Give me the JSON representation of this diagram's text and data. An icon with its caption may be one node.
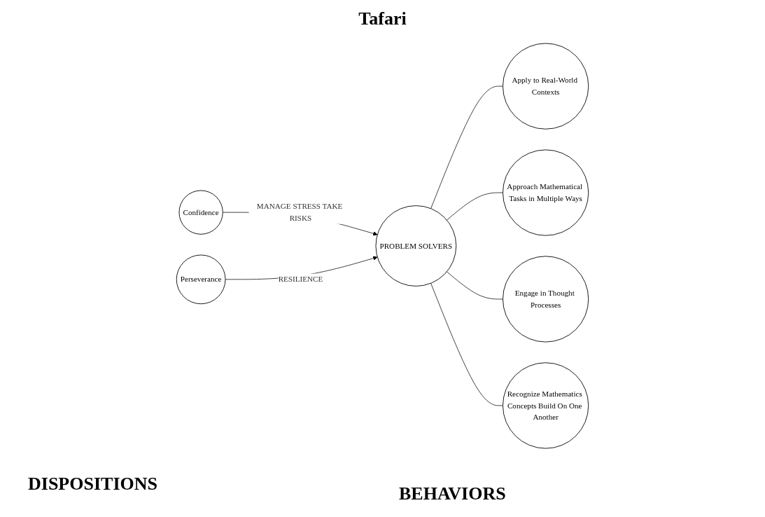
{
  "diagram": {
    "title": "Tafari",
    "nodes": [
      {
        "text": [
          "Confidence"
        ]
      },
      {
        "text": [
          "Perseverance"
        ]
      },
      {
        "text": [
          "Apply to Real-World Contexts"
        ]
      },
      {
        "text": [
          "Approach Mathematical Tasks in Multiple Ways"
        ]
      },
      {
        "text": [
          "PROBLEM SOLVERS"
        ]
      },
      {
        "text": [
          "Engage in Thought Processes"
        ]
      },
      {
        "text": [
          "Recognize Mathematics Concepts Build On One Another"
        ]
      }
    ],
    "edges": [
      {
        "from": 0,
        "to": 4,
        "arrow": "to",
        "label": "MANAGE STRESS TAKE RISKS"
      },
      {
        "from": 1,
        "to": 4,
        "arrow": "to",
        "label": "RESILIENCE"
      },
      {
        "from": 4,
        "to": 2,
        "arrow": "none"
      },
      {
        "from": 4,
        "to": 3,
        "arrow": "none"
      },
      {
        "from": 4,
        "to": 5,
        "arrow": "none"
      },
      {
        "from": 4,
        "to": 6,
        "arrow": "none"
      }
    ],
    "labels": [
      "DISPOSITIONS",
      "BEHAVIORS"
    ]
  }
}
